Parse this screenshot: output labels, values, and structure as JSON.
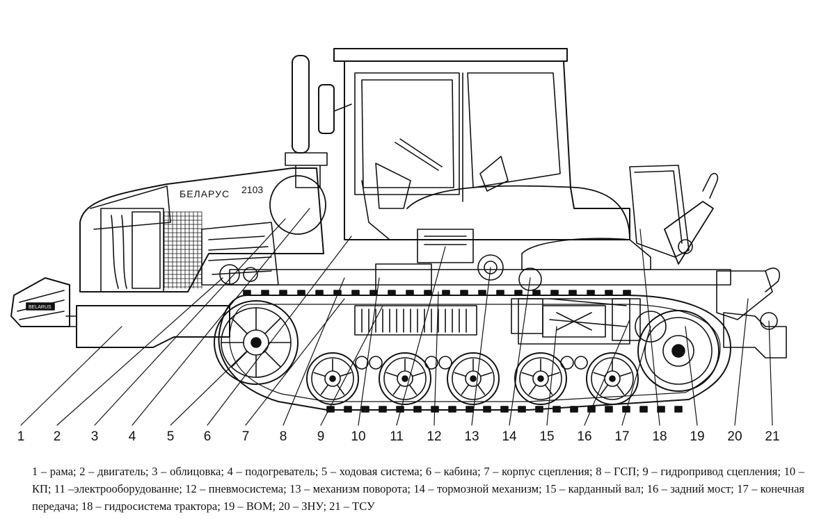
{
  "brand": {
    "name": "БЕЛАРУС",
    "model": "2103",
    "grille_badge": "BELARUS"
  },
  "callouts": [
    "1",
    "2",
    "3",
    "4",
    "5",
    "6",
    "7",
    "8",
    "9",
    "10",
    "11",
    "12",
    "13",
    "14",
    "15",
    "16",
    "17",
    "18",
    "19",
    "20",
    "21"
  ],
  "caption": "1 – рама; 2 – двигатель; 3 – облицовка; 4 – подогреватель; 5 – ходовая система; 6 – кабина; 7 – корпус сцепления; 8 – ГСП; 9 – гидропривод сцепления; 10 – КП; 11 –электрооборудованне; 12 – пневмосистема; 13 – механизм поворота; 14 – тормозной механизм; 15 – карданный вал; 16 – задний мост; 17 – конечная передача; 18 – гидросистема трактора; 19 – ВОМ; 20 – ЗНУ; 21 – ТСУ"
}
